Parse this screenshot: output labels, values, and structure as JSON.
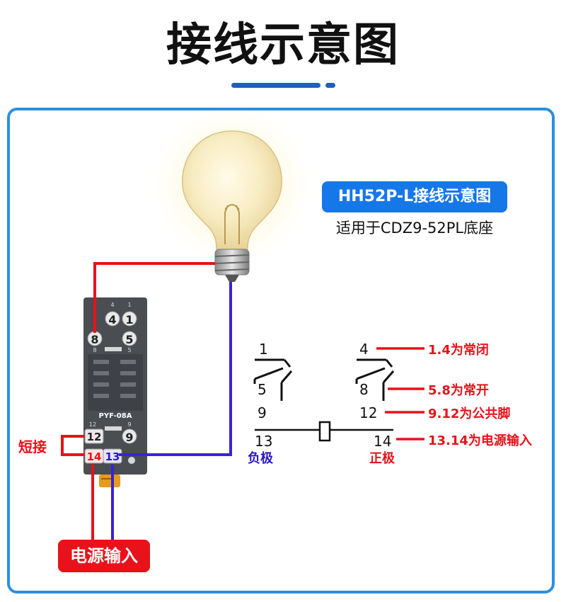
{
  "title": "接线示意图",
  "model_badge": "HH52P-L接线示意图",
  "model_subtitle": "适用于CDZ9-52PL底座",
  "socket": {
    "model": "PYF-08A",
    "terminals": [
      "4",
      "1",
      "8",
      "5",
      "12",
      "9",
      "14",
      "13"
    ],
    "small_numbers": [
      "4",
      "1",
      "8",
      "5",
      "12",
      "9"
    ]
  },
  "short_label": "短接",
  "power_input": "电源输入",
  "schematic": {
    "pins": [
      "1",
      "5",
      "9",
      "13",
      "4",
      "8",
      "12",
      "14"
    ],
    "negative": "负极",
    "positive": "正极",
    "notes": [
      "1.4为常闭",
      "5.8为常开",
      "9.12为公共脚",
      "13.14为电源输入"
    ]
  },
  "colors": {
    "red_wire": "#e8121b",
    "blue_wire": "#3a22d6",
    "accent": "#1677e8",
    "frame": "#2b8fe0"
  }
}
